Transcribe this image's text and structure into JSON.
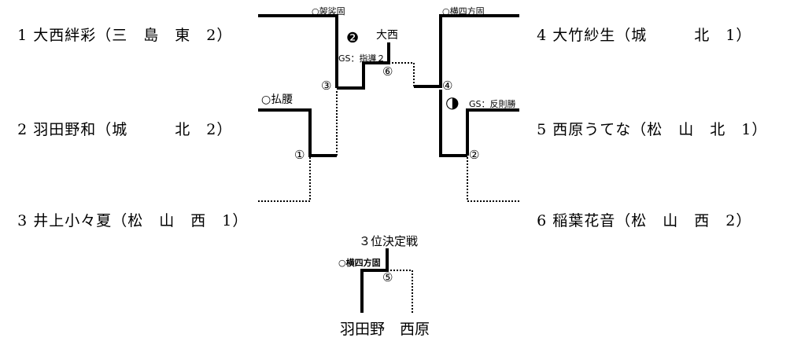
{
  "players": [
    {
      "seed": "1",
      "name": "大西絆彩",
      "school": "三　島　東",
      "grade": "2"
    },
    {
      "seed": "2",
      "name": "羽田野和",
      "school": "城　　　北",
      "grade": "2"
    },
    {
      "seed": "3",
      "name": "井上小々夏",
      "school": "松　山　西",
      "grade": "1"
    },
    {
      "seed": "4",
      "name": "大竹紗生",
      "school": "城　　　北",
      "grade": "1"
    },
    {
      "seed": "5",
      "name": "西原うてな",
      "school": "松　山　北",
      "grade": "1"
    },
    {
      "seed": "6",
      "name": "稲葉花音",
      "school": "松　山　西",
      "grade": "2"
    }
  ],
  "annotations": {
    "m3_technique": "○袈裟固",
    "m4_technique": "○横四方固",
    "m1_technique": "○払腰",
    "final_penalty": "GS：指導２",
    "m2_penalty": "GS：反則勝",
    "final_winner": "大西",
    "third_title": "３位決定戦",
    "third_technique": "○横四方固",
    "third_left": "羽田野",
    "third_right": "西原"
  },
  "match_numbers": {
    "m1": "①",
    "m2": "②",
    "m3": "③",
    "m4": "④",
    "m5": "⑤",
    "m6": "⑥"
  },
  "symbols": {
    "final_win_mark": "❷",
    "m2_win_mark": "◑"
  }
}
